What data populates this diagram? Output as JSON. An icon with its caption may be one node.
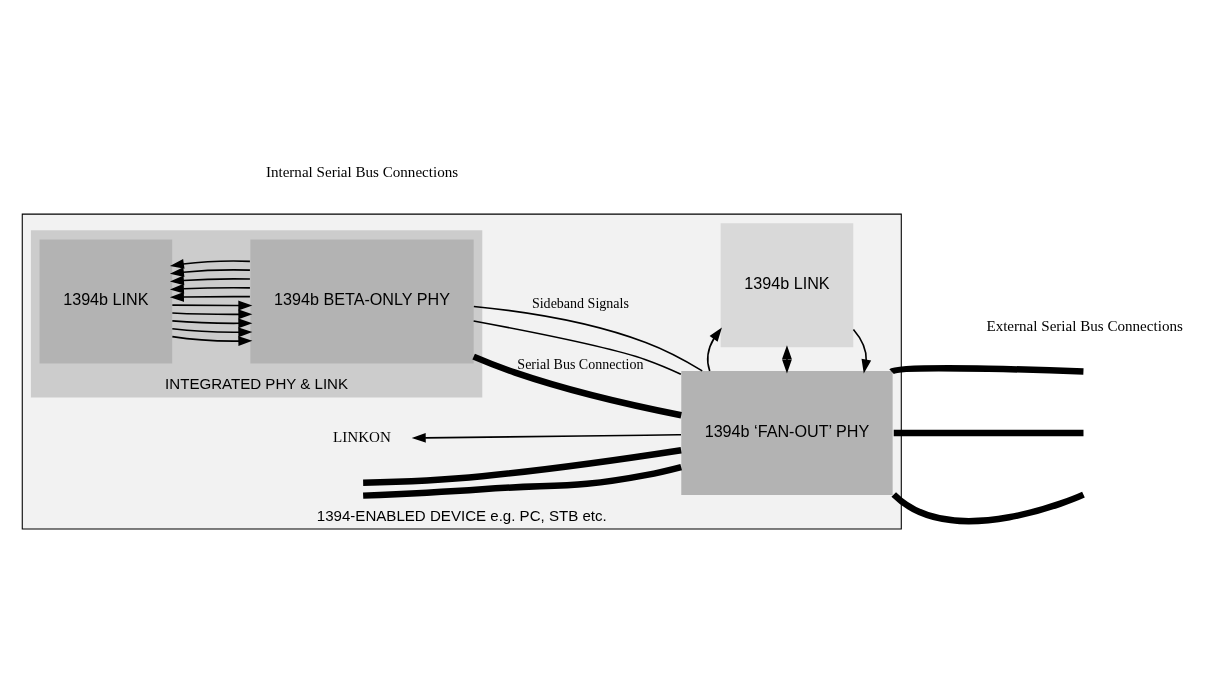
{
  "diagram": {
    "nodes": [
      {
        "text": [
          "1394-ENABLED DEVICE e.g. PC, STB etc."
        ]
      },
      {
        "text": [
          "INTEGRATED PHY & LINK"
        ],
        "in": 0
      },
      {
        "text": [
          "1394b LINK"
        ],
        "in": 1
      },
      {
        "text": [
          "1394b BETA-ONLY PHY"
        ],
        "in": 1
      },
      {
        "text": [
          "1394b ‘FAN-OUT’ PHY"
        ],
        "in": 0
      },
      {
        "text": [
          "1394b LINK"
        ],
        "in": 0
      },
      {
        "text": [
          "LINKON"
        ],
        "in": 0
      }
    ],
    "edges": [
      {
        "from": 2,
        "to": 3,
        "arrow": "to"
      },
      {
        "from": 2,
        "to": 3,
        "arrow": "to"
      },
      {
        "from": 2,
        "to": 3,
        "arrow": "to"
      },
      {
        "from": 2,
        "to": 3,
        "arrow": "to"
      },
      {
        "from": 2,
        "to": 3,
        "arrow": "to"
      },
      {
        "from": 3,
        "to": 2,
        "arrow": "to"
      },
      {
        "from": 3,
        "to": 2,
        "arrow": "to"
      },
      {
        "from": 3,
        "to": 2,
        "arrow": "to"
      },
      {
        "from": 3,
        "to": 2,
        "arrow": "to"
      },
      {
        "from": 3,
        "to": 2,
        "arrow": "to"
      },
      {
        "from": 3,
        "to": 4,
        "arrow": "none",
        "style": "thick",
        "label": "Serial Bus Connection"
      },
      {
        "from": 3,
        "to": 4,
        "arrow": "none"
      },
      {
        "from": 3,
        "to": 4,
        "arrow": "none",
        "label": "Sideband Signals"
      },
      {
        "from": 4,
        "to": 6,
        "arrow": "to"
      },
      {
        "from": null,
        "to": 4,
        "arrow": "none",
        "style": "thick"
      },
      {
        "from": null,
        "to": 4,
        "arrow": "none",
        "style": "thick"
      },
      {
        "from": 4,
        "to": null,
        "arrow": "none",
        "style": "thick"
      },
      {
        "from": 4,
        "to": null,
        "arrow": "none",
        "style": "thick"
      },
      {
        "from": 4,
        "to": null,
        "arrow": "none",
        "style": "thick"
      },
      {
        "from": 5,
        "to": 4,
        "arrow": "to"
      },
      {
        "from": 4,
        "to": 5,
        "arrow": "both"
      },
      {
        "from": 4,
        "to": 5,
        "arrow": "to"
      }
    ],
    "labels": [
      "Internal Serial Bus Connections",
      "External Serial Bus Connections"
    ]
  }
}
